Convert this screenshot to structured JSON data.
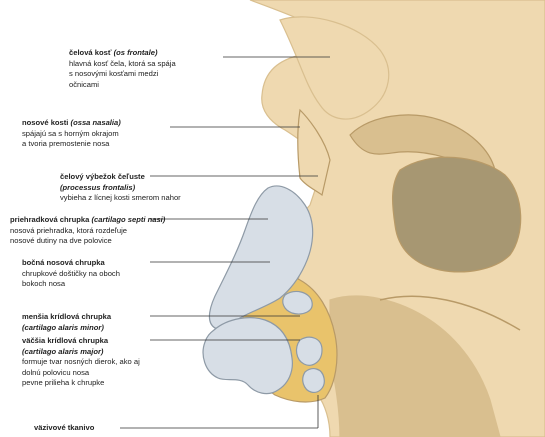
{
  "colors": {
    "bone": "#efd9b0",
    "bone_shadow": "#d9bf8f",
    "bone_dark": "#b89a67",
    "orbit": "#a79772",
    "cartilage": "#d7dee6",
    "cartilage_edge": "#8e9aa6",
    "fatty_tissue": "#e9c36b",
    "line": "#333333"
  },
  "labels": [
    {
      "id": "frontal-bone",
      "term": "čelová kosť",
      "latin": "(os frontale)",
      "desc": [
        "hlavná kosť čela, ktorá sa spája",
        "s nosovými kosťami medzi",
        "očnicami"
      ]
    },
    {
      "id": "nasal-bones",
      "term": "nosové kosti",
      "latin": "(ossa nasalia)",
      "desc": [
        "spájajú sa s horným okrajom",
        "a tvoria premostenie nosa"
      ]
    },
    {
      "id": "frontal-process",
      "term": "čelový výbežok čeľuste",
      "latin": "(processus frontalis)",
      "desc": [
        "vybieha z lícnej kosti smerom nahor"
      ]
    },
    {
      "id": "septal-cartilage",
      "term": "priehradková chrupka",
      "latin": "(cartilago septi nasi)",
      "desc": [
        "nosová priehradka, ktorá rozdeľuje",
        "nosové dutiny na dve polovice"
      ]
    },
    {
      "id": "lateral-cartilage",
      "term": "bočná nosová chrupka",
      "latin": "",
      "desc": [
        "chrupkové doštičky na oboch",
        "bokoch nosa"
      ]
    },
    {
      "id": "minor-alar",
      "term": "menšia krídlová chrupka",
      "latin": "(cartilago alaris minor)",
      "desc": []
    },
    {
      "id": "major-alar",
      "term": "väčšia krídlová chrupka",
      "latin": "(cartilago alaris major)",
      "desc": [
        "formuje tvar nosných dierok, ako aj",
        "dolnú polovicu nosa",
        "pevne prilieha k chrupke"
      ]
    },
    {
      "id": "fibrous-tissue",
      "term": "väzivové tkanivo",
      "latin": "",
      "desc": []
    }
  ]
}
